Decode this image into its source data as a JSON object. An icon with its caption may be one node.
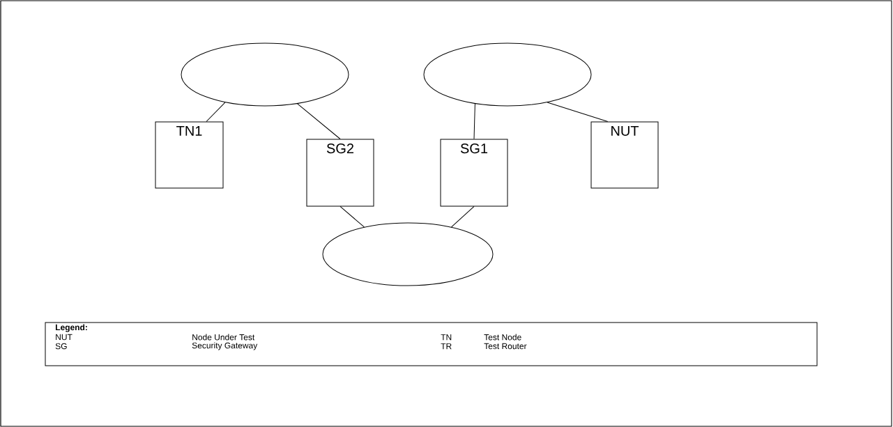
{
  "diagram": {
    "nodes": [
      {
        "text": [],
        "shape": "ellipse"
      },
      {
        "text": [],
        "shape": "ellipse"
      },
      {
        "text": [
          "TN1"
        ]
      },
      {
        "text": [
          "SG2"
        ]
      },
      {
        "text": [
          "SG1"
        ]
      },
      {
        "text": [
          "NUT"
        ]
      },
      {
        "text": [],
        "shape": "ellipse"
      }
    ],
    "edges": [
      {
        "from": 2,
        "to": 0,
        "arrow": "none"
      },
      {
        "from": 3,
        "to": 0,
        "arrow": "none"
      },
      {
        "from": 4,
        "to": 1,
        "arrow": "none"
      },
      {
        "from": 5,
        "to": 1,
        "arrow": "none"
      },
      {
        "from": 3,
        "to": 6,
        "arrow": "none"
      },
      {
        "from": 4,
        "to": 6,
        "arrow": "none"
      }
    ],
    "labels": [
      "Legend:",
      "NUT",
      "Node Under Test",
      "TN",
      "Test Node",
      "SG",
      "Security Gateway",
      "TR",
      "Test Router"
    ]
  }
}
